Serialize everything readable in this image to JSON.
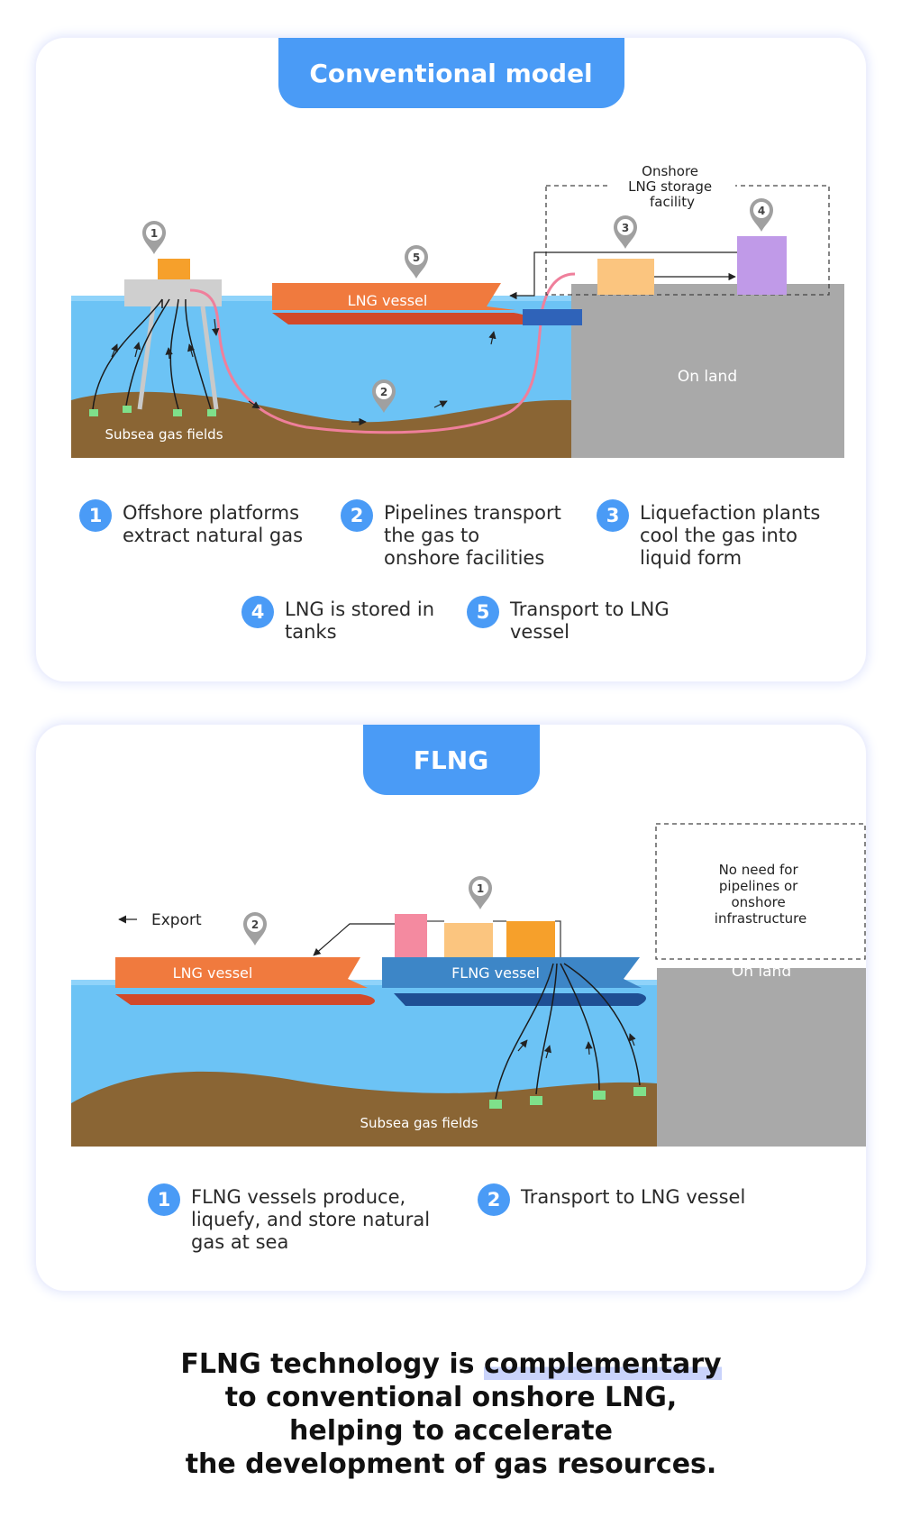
{
  "conventional": {
    "title": "Conventional model",
    "labels": {
      "lng_vessel": "LNG vessel",
      "on_land": "On land",
      "subsea": "Subsea gas fields",
      "storage": "Onshore\nLNG storage\nfacility"
    },
    "markers": [
      "1",
      "2",
      "3",
      "4",
      "5"
    ],
    "steps": [
      {
        "num": "1",
        "text": "Offshore platforms\nextract natural gas"
      },
      {
        "num": "2",
        "text": "Pipelines transport\nthe gas to\nonshore facilities"
      },
      {
        "num": "3",
        "text": "Liquefaction plants\ncool the gas into\nliquid form"
      },
      {
        "num": "4",
        "text": "LNG is stored in\ntanks"
      },
      {
        "num": "5",
        "text": "Transport to LNG\nvessel"
      }
    ]
  },
  "flng": {
    "title": "FLNG",
    "labels": {
      "export": "Export",
      "lng_vessel": "LNG vessel",
      "flng_vessel": "FLNG vessel",
      "on_land": "On land",
      "subsea": "Subsea gas fields",
      "no_need": "No need for\npipelines or\nonshore\ninfrastructure"
    },
    "markers": [
      "1",
      "2"
    ],
    "steps": [
      {
        "num": "1",
        "text": "FLNG vessels produce,\nliquefy, and store natural\ngas at sea"
      },
      {
        "num": "2",
        "text": "Transport to LNG vessel"
      }
    ]
  },
  "footer": {
    "line1_pre": "FLNG technology is ",
    "line1_highlight": "complementary",
    "line2": "to conventional onshore LNG,",
    "line3": "helping to accelerate",
    "line4": "the development of gas resources."
  },
  "colors": {
    "accent": "#4a9bf6",
    "water": "#6cc3f5",
    "seabed": "#8a6534",
    "land": "#a9a9a9",
    "lng_vessel": "#f07a3e",
    "flng_vessel": "#3d86c7",
    "liquefaction": "#fbc57f",
    "storage_tank": "#c09ae8",
    "platform": "#f6a02b",
    "pipeline": "#ef7f9b",
    "wellhead": "#7fe08a"
  }
}
